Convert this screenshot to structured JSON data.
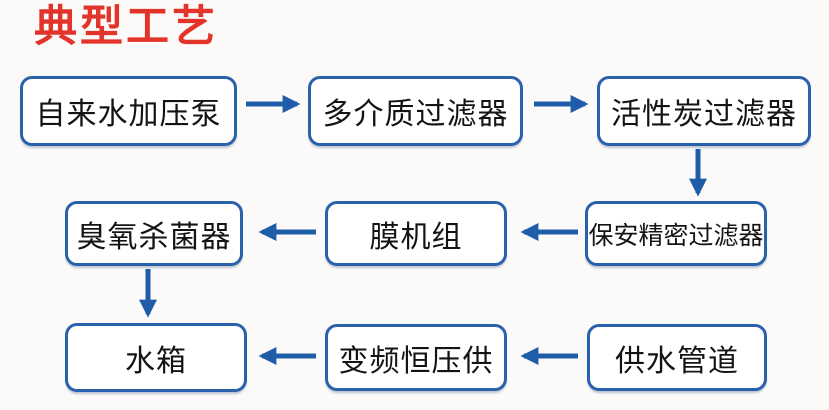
{
  "title": "典型工艺",
  "colors": {
    "title_red": "#e2342a",
    "box_border_blue": "#2a61ab",
    "arrow_blue": "#1f5da9",
    "box_fill": "#ffffff",
    "background": "#fbfaf8",
    "text": "#141414"
  },
  "flow": {
    "nodes": [
      {
        "label": "自来水加压泵"
      },
      {
        "label": "多介质过滤器"
      },
      {
        "label": "活性炭过滤器"
      },
      {
        "label": "保安精密过滤器"
      },
      {
        "label": "膜机组"
      },
      {
        "label": "臭氧杀菌器"
      },
      {
        "label": "供水管道"
      },
      {
        "label": "变频恒压供"
      },
      {
        "label": "水箱"
      }
    ],
    "edges": [
      {
        "from": "自来水加压泵",
        "to": "多介质过滤器",
        "direction": "right"
      },
      {
        "from": "多介质过滤器",
        "to": "活性炭过滤器",
        "direction": "right"
      },
      {
        "from": "活性炭过滤器",
        "to": "保安精密过滤器",
        "direction": "down"
      },
      {
        "from": "保安精密过滤器",
        "to": "膜机组",
        "direction": "left"
      },
      {
        "from": "膜机组",
        "to": "臭氧杀菌器",
        "direction": "left"
      },
      {
        "from": "臭氧杀菌器",
        "to": "水箱",
        "direction": "down"
      },
      {
        "from": "供水管道",
        "to": "变频恒压供",
        "direction": "left"
      },
      {
        "from": "变频恒压供",
        "to": "水箱",
        "direction": "left"
      }
    ]
  }
}
